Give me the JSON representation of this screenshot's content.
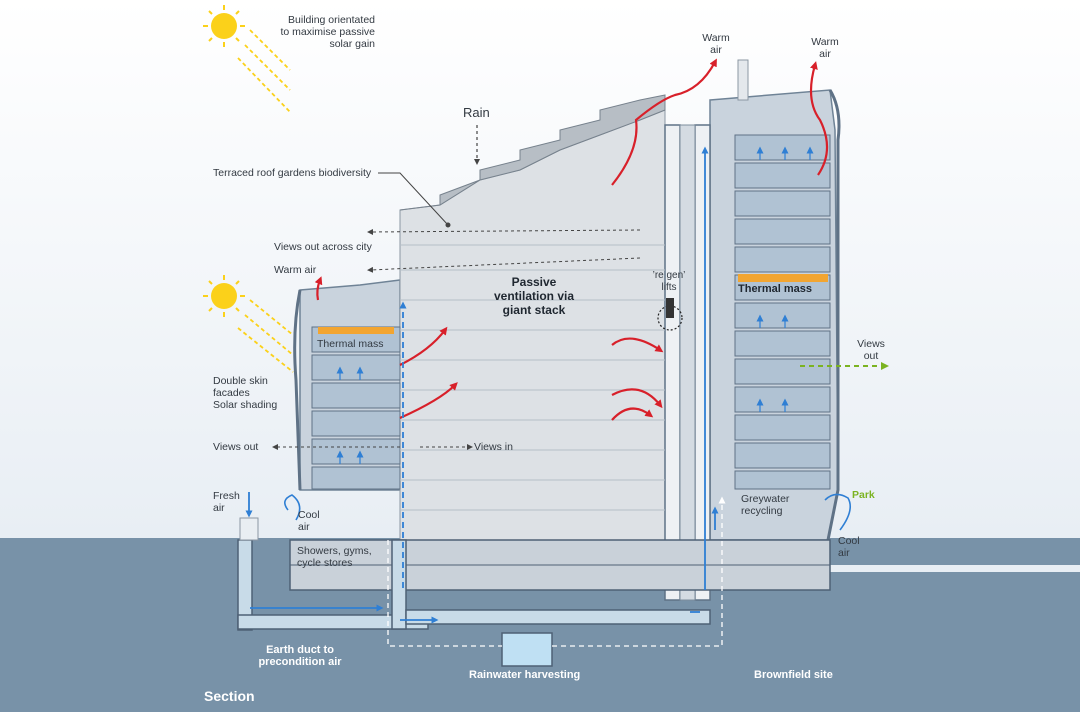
{
  "labels": {
    "orientation": "Building orientated\nto maximise passive\nsolar gain",
    "rain": "Rain",
    "warm_air_1": "Warm\nair",
    "warm_air_2": "Warm\nair",
    "roof_gardens": "Terraced roof gardens biodiversity",
    "views_city": "Views out across city",
    "warm_air_left": "Warm air",
    "passive_vent": "Passive\nventilation via\ngiant stack",
    "regen_lifts": "’re gen’\nlifts",
    "thermal_mass_right": "Thermal mass",
    "thermal_mass_left": "Thermal mass",
    "double_skin": "Double skin\nfacades\nSolar shading",
    "views_out_left": "Views out",
    "views_in": "Views in",
    "views_out_right": "Views\nout",
    "fresh_air": "Fresh\nair",
    "cool_air_left": "Cool\nair",
    "greywater": "Greywater\nrecycling",
    "park": "Park",
    "cool_air_right": "Cool\nair",
    "showers": "Showers, gyms,\ncycle stores",
    "earth_duct": "Earth duct to\nprecondition air",
    "rainwater": "Rainwater harvesting",
    "brownfield": "Brownfield site",
    "section": "Section"
  },
  "colors": {
    "sky": "#ffffff",
    "ground": "#7892a8",
    "building": "#d9dde1",
    "facade": "#9fb3c8",
    "warm_arrow": "#d8202a",
    "cool_arrow": "#2f7fd4",
    "sun": "#fbd11a",
    "thermal_mass": "#f2a531",
    "park_arrow": "#7bb321"
  },
  "icons": [
    "sun-icon",
    "warm-air-arrow-icon",
    "cool-air-arrow-icon",
    "view-arrow-icon"
  ]
}
